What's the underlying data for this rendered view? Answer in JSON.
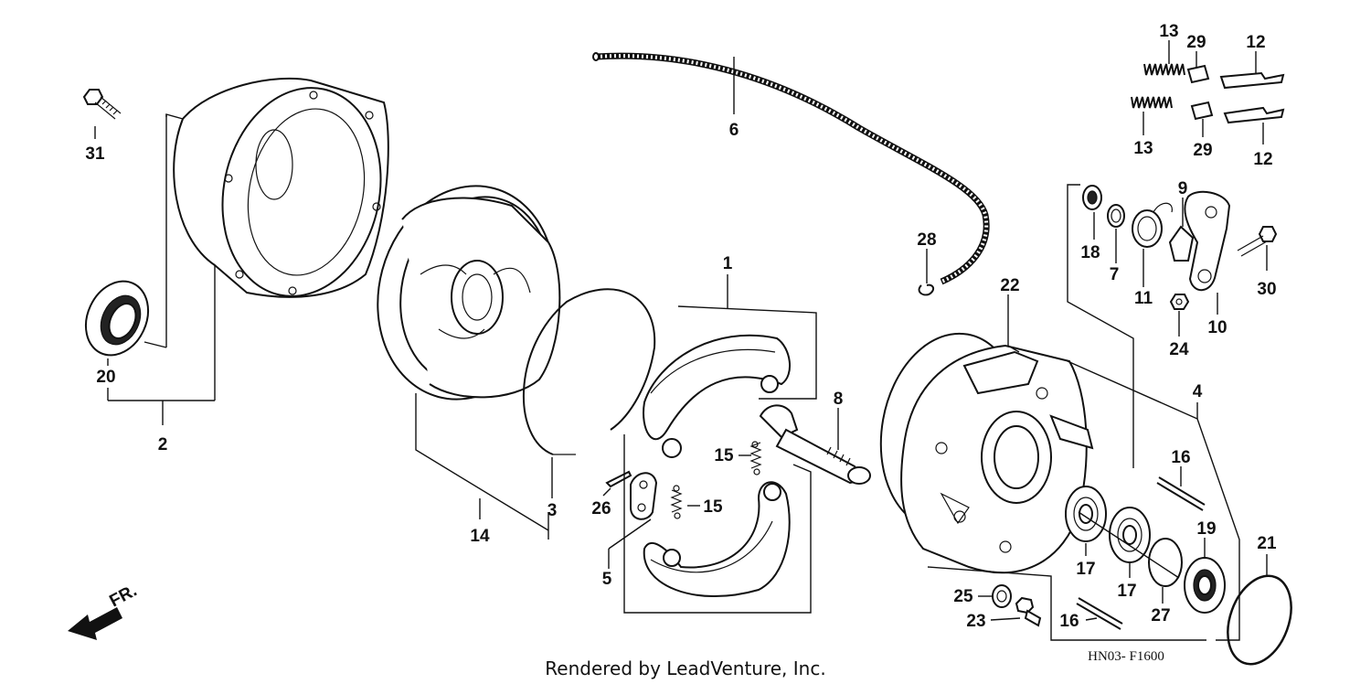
{
  "diagram": {
    "credit": "Rendered by LeadVenture, Inc.",
    "code": "HN03- F1600",
    "front_marker": "FR."
  },
  "callouts": [
    {
      "id": "c1",
      "label": "1"
    },
    {
      "id": "c2",
      "label": "2"
    },
    {
      "id": "c3",
      "label": "3"
    },
    {
      "id": "c4",
      "label": "4"
    },
    {
      "id": "c5",
      "label": "5"
    },
    {
      "id": "c6",
      "label": "6"
    },
    {
      "id": "c7",
      "label": "7"
    },
    {
      "id": "c8",
      "label": "8"
    },
    {
      "id": "c9",
      "label": "9"
    },
    {
      "id": "c10",
      "label": "10"
    },
    {
      "id": "c11",
      "label": "11"
    },
    {
      "id": "c12a",
      "label": "12"
    },
    {
      "id": "c12b",
      "label": "12"
    },
    {
      "id": "c13a",
      "label": "13"
    },
    {
      "id": "c13b",
      "label": "13"
    },
    {
      "id": "c14",
      "label": "14"
    },
    {
      "id": "c15a",
      "label": "15"
    },
    {
      "id": "c15b",
      "label": "15"
    },
    {
      "id": "c16a",
      "label": "16"
    },
    {
      "id": "c16b",
      "label": "16"
    },
    {
      "id": "c17a",
      "label": "17"
    },
    {
      "id": "c17b",
      "label": "17"
    },
    {
      "id": "c18",
      "label": "18"
    },
    {
      "id": "c19",
      "label": "19"
    },
    {
      "id": "c20",
      "label": "20"
    },
    {
      "id": "c21",
      "label": "21"
    },
    {
      "id": "c22",
      "label": "22"
    },
    {
      "id": "c23",
      "label": "23"
    },
    {
      "id": "c24",
      "label": "24"
    },
    {
      "id": "c25",
      "label": "25"
    },
    {
      "id": "c26",
      "label": "26"
    },
    {
      "id": "c27",
      "label": "27"
    },
    {
      "id": "c28",
      "label": "28"
    },
    {
      "id": "c29a",
      "label": "29"
    },
    {
      "id": "c29b",
      "label": "29"
    },
    {
      "id": "c30",
      "label": "30"
    },
    {
      "id": "c31",
      "label": "31"
    }
  ]
}
